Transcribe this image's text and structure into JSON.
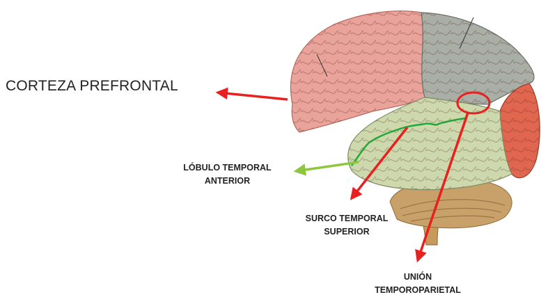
{
  "labels": {
    "prefrontal": "CORTEZA PREFRONTAL",
    "temporal_anterior": [
      "LÓBULO TEMPORAL",
      "ANTERIOR"
    ],
    "sts": [
      "SURCO TEMPORAL",
      "SUPERIOR"
    ],
    "tpj": [
      "UNIÓN",
      "TEMPOROPARIETAL"
    ]
  },
  "colors": {
    "frontal_lobe": "#e9a39a",
    "parietal_lobe": "#a9aea6",
    "occipital_lobe": "#e0664f",
    "temporal_lobe": "#cdd9ad",
    "brainstem": "#c79a5c",
    "cerebellum": "#c8a06a",
    "arrow_red": "#e8201f",
    "arrow_green": "#8dc63f",
    "sulcus_green": "#22a838",
    "highlight_circle": "#e8201f"
  }
}
